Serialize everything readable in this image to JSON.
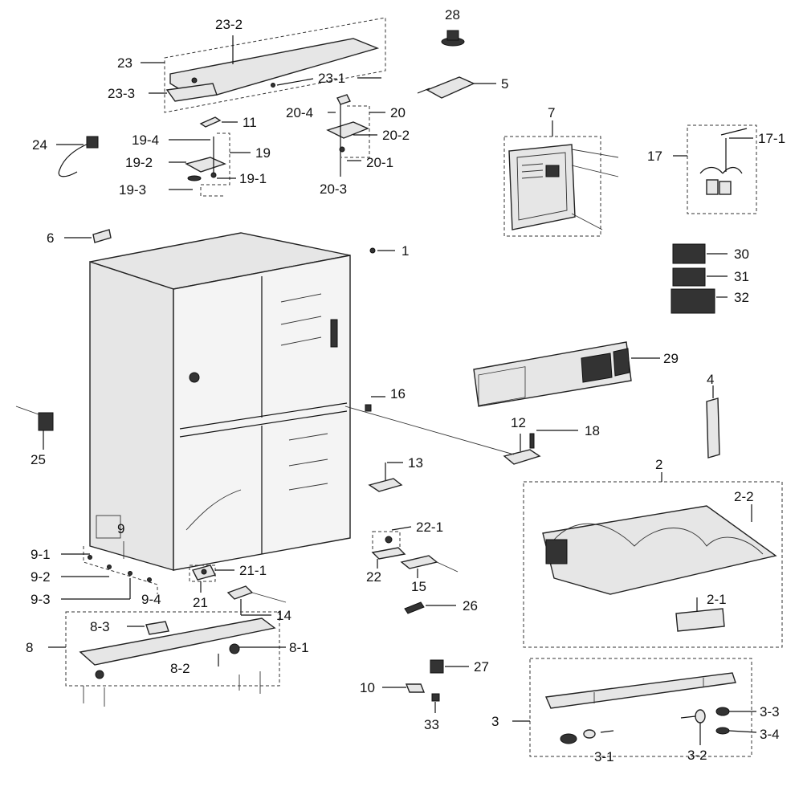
{
  "labels": {
    "l1": "1",
    "l2": "2",
    "l2_1": "2-1",
    "l2_2": "2-2",
    "l3": "3",
    "l3_1": "3-1",
    "l3_2": "3-2",
    "l3_3": "3-3",
    "l3_4": "3-4",
    "l4": "4",
    "l5": "5",
    "l6": "6",
    "l7": "7",
    "l8": "8",
    "l8_1": "8-1",
    "l8_2": "8-2",
    "l8_3": "8-3",
    "l9": "9",
    "l9_1": "9-1",
    "l9_2": "9-2",
    "l9_3": "9-3",
    "l9_4": "9-4",
    "l10": "10",
    "l11": "11",
    "l12": "12",
    "l13": "13",
    "l14": "14",
    "l15": "15",
    "l16": "16",
    "l17": "17",
    "l17_1": "17-1",
    "l18": "18",
    "l19": "19",
    "l19_1": "19-1",
    "l19_2": "19-2",
    "l19_3": "19-3",
    "l19_4": "19-4",
    "l20": "20",
    "l20_1": "20-1",
    "l20_2": "20-2",
    "l20_3": "20-3",
    "l20_4": "20-4",
    "l21": "21",
    "l21_1": "21-1",
    "l22": "22",
    "l22_1": "22-1",
    "l23": "23",
    "l23_1": "23-1",
    "l23_2": "23-2",
    "l23_3": "23-3",
    "l24": "24",
    "l25": "25",
    "l26": "26",
    "l27": "27",
    "l28": "28",
    "l29": "29",
    "l30": "30",
    "l31": "31",
    "l32": "32",
    "l33": "33"
  }
}
